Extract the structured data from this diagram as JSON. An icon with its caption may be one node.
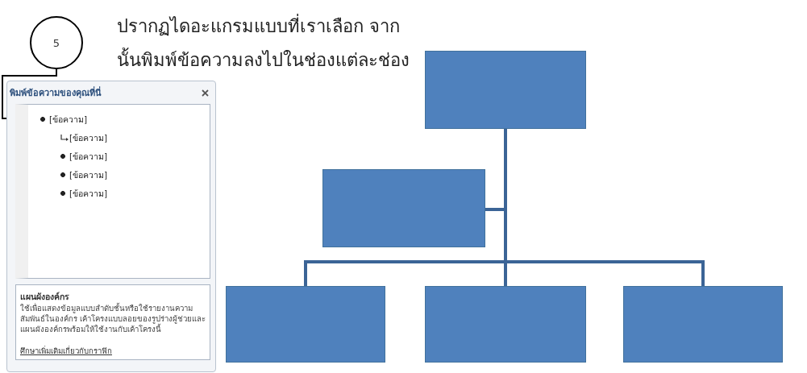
{
  "diagram": {
    "nodes": [
      {
        "text": [
          "5"
        ]
      },
      {
        "text": [
          "พิมพ์ข้อความของคุณที่นี่"
        ]
      },
      {
        "text": [
          "[ข้อความ]"
        ],
        "in": 1
      },
      {
        "text": [
          "[ข้อความ]"
        ],
        "in": 1
      },
      {
        "text": [
          "[ข้อความ]"
        ],
        "in": 1
      },
      {
        "text": [
          "[ข้อความ]"
        ],
        "in": 1
      },
      {
        "text": [
          "[ข้อความ]"
        ],
        "in": 1
      },
      {
        "text": [
          "แผนผังองค์กร",
          "ใช้เพื่อแสดงข้อมูลแบบลำดับชั้นหรือใช้รายงานความสัมพันธ์ในองค์กร เค้าโครงแบบลอยของรูปร่างผู้ช่วยและแผนผังองค์กรพร้อมให้ใช้งานกับเค้าโครงนี้",
          "ศึกษาเพิ่มเติมเกี่ยวกับกราฟิก"
        ],
        "in": 1
      },
      {
        "text": [],
        "shape": "box"
      },
      {
        "text": [],
        "shape": "box"
      },
      {
        "text": [],
        "shape": "box"
      },
      {
        "text": [],
        "shape": "box"
      },
      {
        "text": [],
        "shape": "box"
      }
    ],
    "edges": [
      {
        "from": 0,
        "to": 2,
        "arrow": "to",
        "color": "#000000"
      },
      {
        "from": 8,
        "to": 9,
        "arrow": "none"
      },
      {
        "from": 8,
        "to": 10,
        "arrow": "none"
      },
      {
        "from": 8,
        "to": 11,
        "arrow": "none"
      },
      {
        "from": 8,
        "to": 12,
        "arrow": "none"
      }
    ],
    "labels": [
      "ปรากฏไดอะแกรมแบบที่เราเลือก จากนั้นพิมพ์ข้อความลงไปในช่องแต่ละช่อง"
    ]
  }
}
